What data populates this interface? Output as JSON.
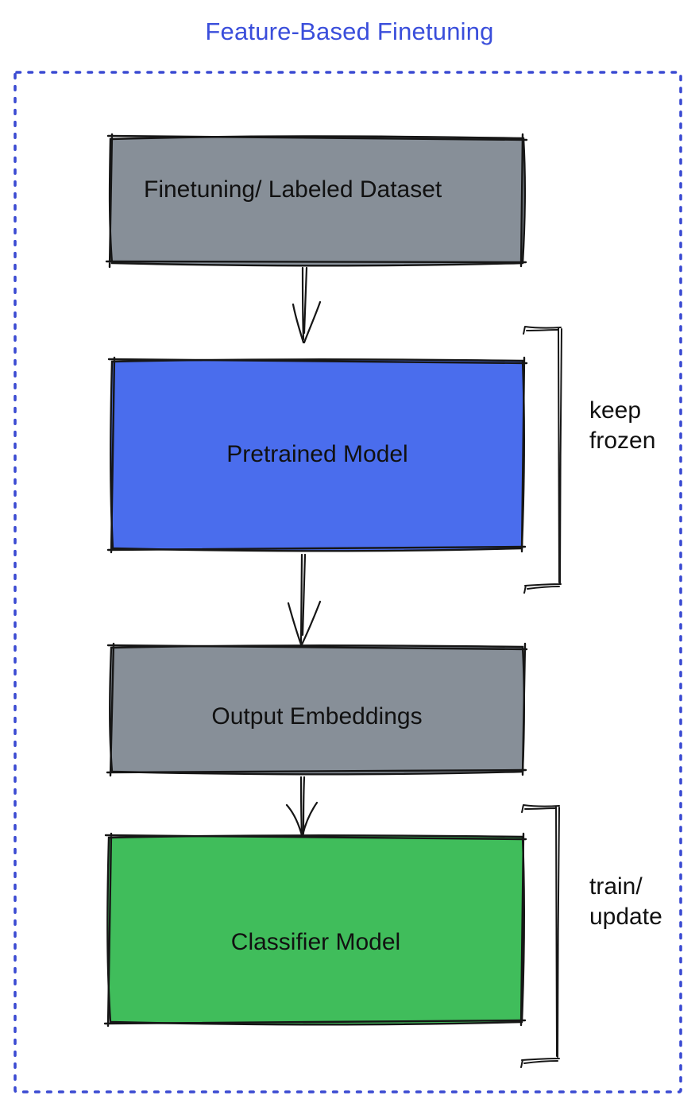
{
  "title": "Feature-Based Finetuning",
  "colors": {
    "title": "#3a4edb",
    "frame": "#3b4bd2",
    "stroke": "#161616",
    "label_text": "#111111",
    "box_gray": "#878f98",
    "box_blue": "#4a6ded",
    "box_green": "#40bd5b"
  },
  "diagram": {
    "nodes": [
      {
        "id": "finetuning-dataset",
        "label": "Finetuning/ Labeled Dataset",
        "fill": "#878f98"
      },
      {
        "id": "pretrained-model",
        "label": "Pretrained Model",
        "fill": "#4a6ded"
      },
      {
        "id": "output-embeddings",
        "label": "Output Embeddings",
        "fill": "#878f98"
      },
      {
        "id": "classifier-model",
        "label": "Classifier Model",
        "fill": "#40bd5b"
      }
    ],
    "edges": [
      {
        "from": "finetuning-dataset",
        "to": "pretrained-model"
      },
      {
        "from": "pretrained-model",
        "to": "output-embeddings"
      },
      {
        "from": "output-embeddings",
        "to": "classifier-model"
      }
    ],
    "annotations": [
      {
        "target": "pretrained-model",
        "lines": [
          "keep",
          "frozen"
        ]
      },
      {
        "target": "classifier-model",
        "lines": [
          "train/",
          "update"
        ]
      }
    ]
  }
}
